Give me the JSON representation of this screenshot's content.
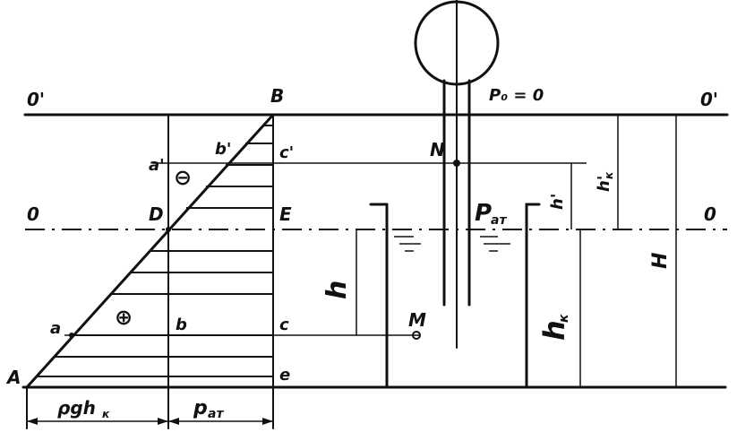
{
  "labels": {
    "o_prime_left": "0'",
    "o_prime_right": "0'",
    "o_left": "0",
    "o_right": "0",
    "B": "B",
    "D": "D",
    "E": "E",
    "A": "A",
    "a_prime": "a'",
    "b_prime": "b'",
    "c_prime": "c'",
    "a": "a",
    "b": "b",
    "c": "c",
    "e_bottom": "e",
    "minus_sign": "⊖",
    "plus_sign": "⊕",
    "N": "N",
    "M": "M",
    "p0": "P₀ = 0",
    "p_at_tank": "P",
    "p_at_tank_sub": "ат",
    "h": "h",
    "h_k": "h",
    "h_k_sub": "к",
    "h_prime": "h'",
    "h_k_prime": "h'",
    "h_k_prime_sub": "к",
    "H": "H",
    "rho_g_h": "ρgh",
    "rho_g_h_sub": "к",
    "p_at_bottom": "p",
    "p_at_bottom_sub": "ат"
  }
}
